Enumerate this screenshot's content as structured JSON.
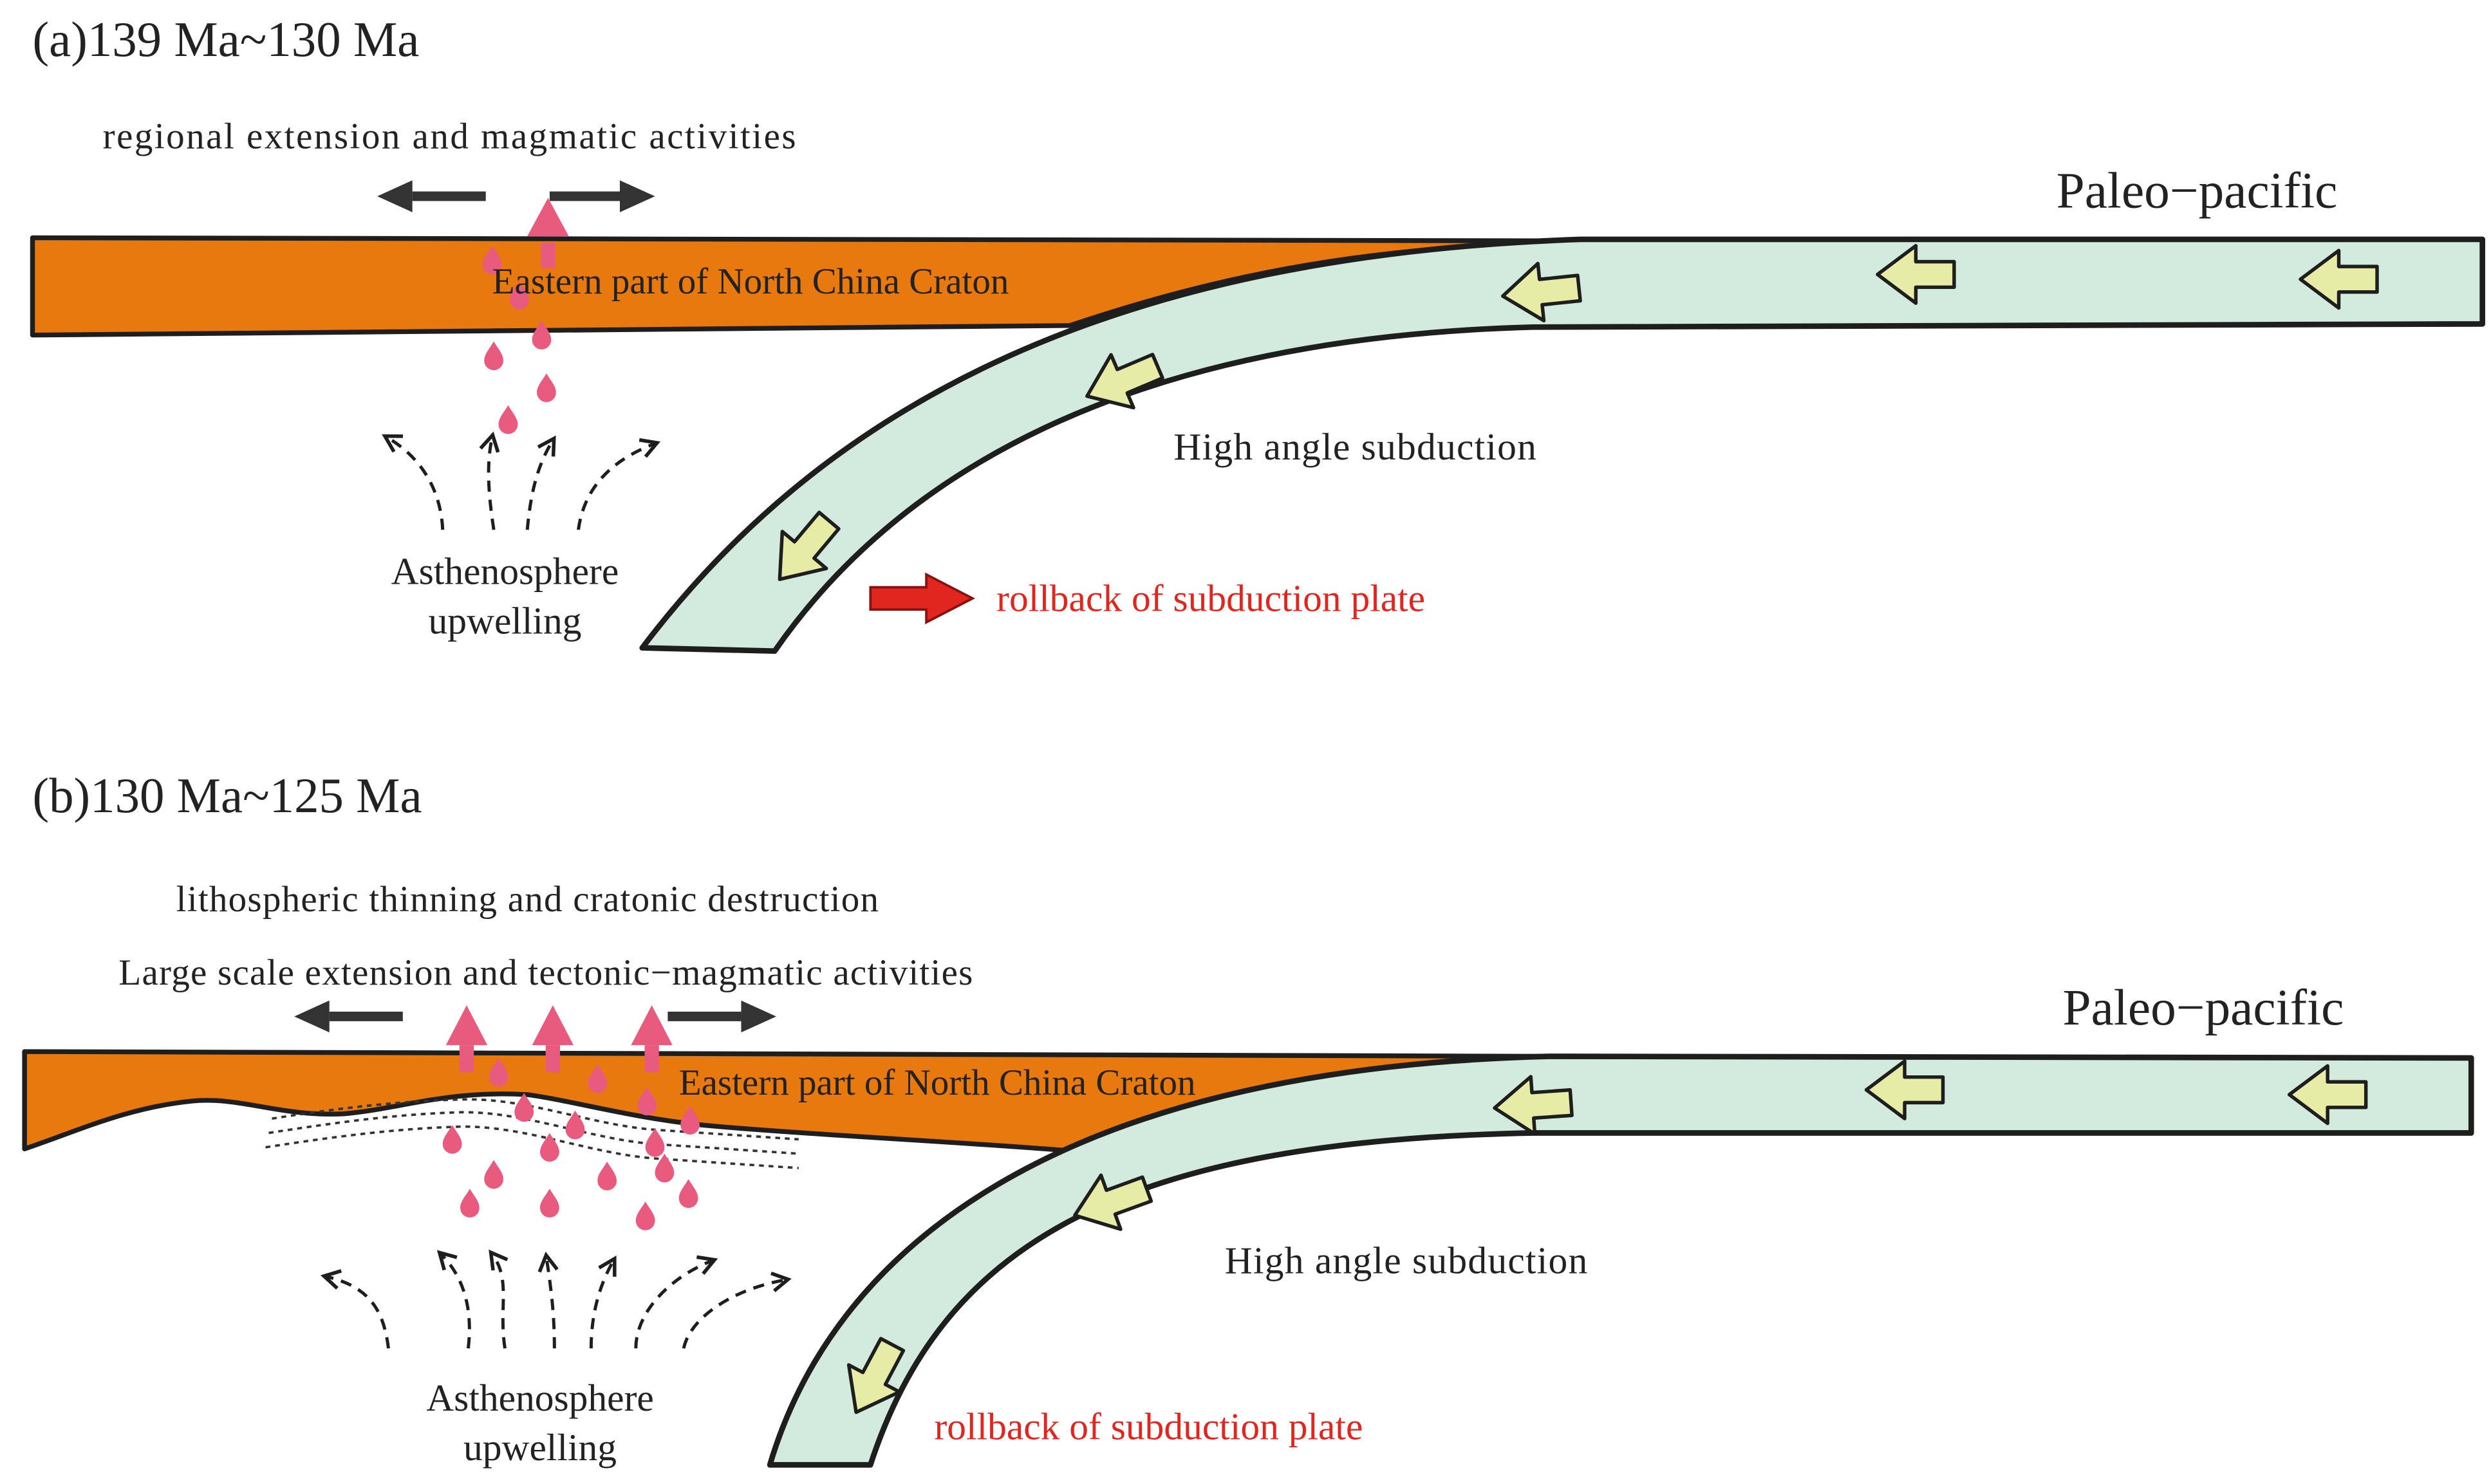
{
  "panel_a": {
    "title": "(a)139 Ma~130 Ma",
    "header": "regional extension and magmatic activities",
    "craton": "Eastern part of North China Craton",
    "ocean": "Paleo−pacific",
    "subduction": "High angle subduction",
    "upwelling_1": "Asthenosphere",
    "upwelling_2": "upwelling",
    "rollback": "rollback  of  subduction plate"
  },
  "panel_b": {
    "title": "(b)130 Ma~125 Ma",
    "header_1": "lithospheric thinning  and  cratonic destruction",
    "header_2": "Large scale extension  and  tectonic−magmatic  activities",
    "craton": "Eastern part of North China Craton",
    "ocean": "Paleo−pacific",
    "subduction": "High angle subduction",
    "upwelling_1": "Asthenosphere",
    "upwelling_2": "upwelling",
    "rollback": "rollback  of  subduction plate"
  },
  "colors": {
    "craton": "#E8790E",
    "oceanic_plate": "#D3EBDD",
    "plate_arrow": "#E6ECA6",
    "magma": "#E85B7E",
    "rollback_text": "#E0261E",
    "rollback_arrow": "#E0261E",
    "outline": "#1E1E1E"
  }
}
